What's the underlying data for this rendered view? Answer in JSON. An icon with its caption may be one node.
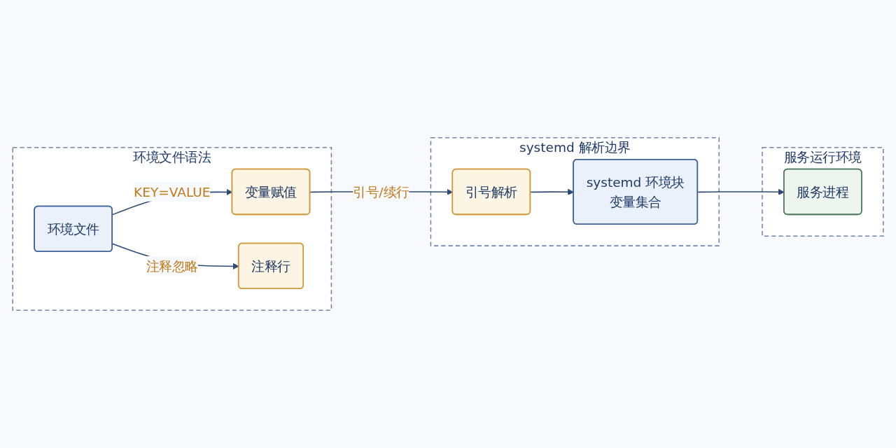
{
  "diagram": {
    "nodes": [
      {
        "text": [
          "环境文件语法"
        ]
      },
      {
        "text": [
          "systemd 解析边界"
        ]
      },
      {
        "text": [
          "服务运行环境"
        ]
      },
      {
        "text": [
          "环境文件"
        ],
        "in": 0
      },
      {
        "text": [
          "变量赋值"
        ],
        "in": 0
      },
      {
        "text": [
          "注释行"
        ],
        "in": 0
      },
      {
        "text": [
          "引号解析"
        ],
        "in": 1
      },
      {
        "text": [
          "systemd 环境块",
          "变量集合"
        ],
        "in": 1
      },
      {
        "text": [
          "服务进程"
        ],
        "in": 2
      }
    ],
    "edges": [
      {
        "from": 3,
        "to": 4,
        "arrow": "to",
        "label": "KEY=VALUE"
      },
      {
        "from": 3,
        "to": 5,
        "arrow": "to",
        "label": "注释忽略"
      },
      {
        "from": 4,
        "to": 6,
        "arrow": "to",
        "label": "引号/续行"
      },
      {
        "from": 6,
        "to": 7,
        "arrow": "to"
      },
      {
        "from": 7,
        "to": 8,
        "arrow": "to"
      }
    ]
  }
}
